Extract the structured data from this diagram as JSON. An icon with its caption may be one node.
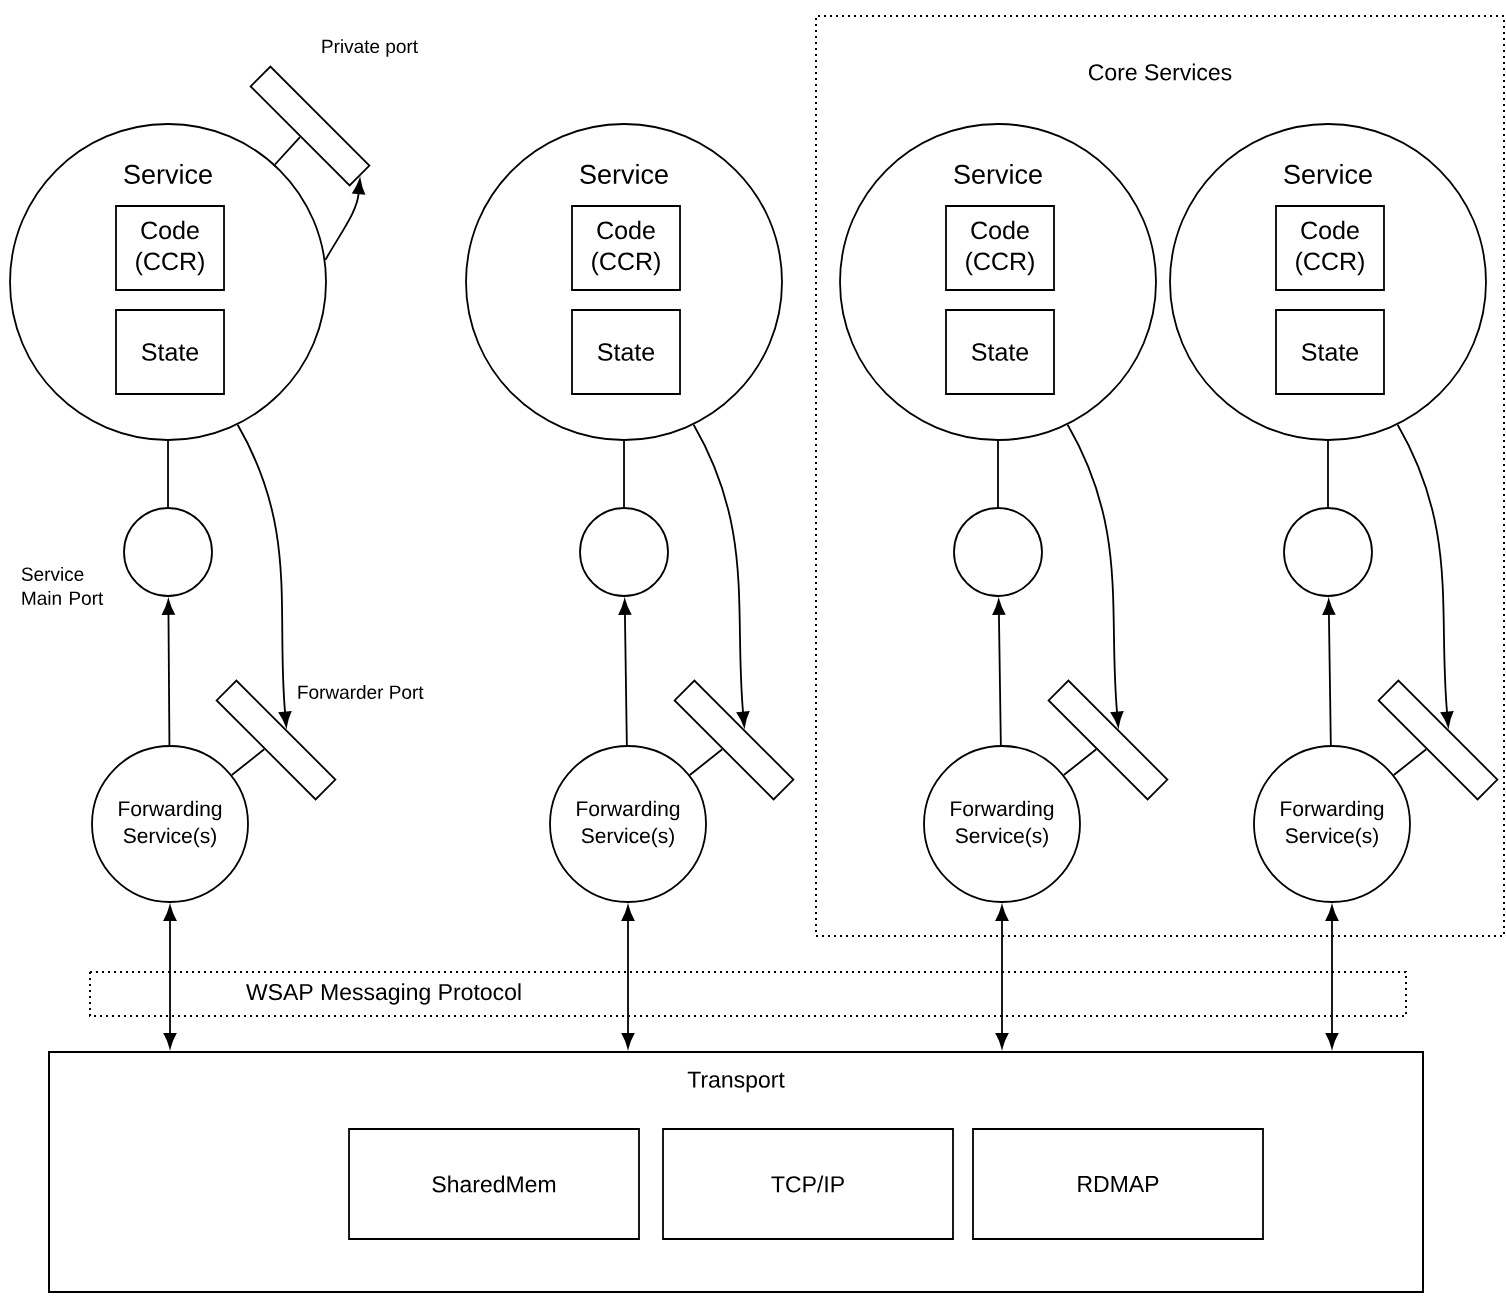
{
  "diagram": {
    "nodes": [
      {
        "text": [
          "Core Services"
        ]
      },
      {
        "text": [
          "Service"
        ]
      },
      {
        "text": [
          "Code (CCR)"
        ],
        "in": 1
      },
      {
        "text": [
          "State"
        ],
        "in": 1
      },
      {
        "text": [],
        "shape": "bar",
        "beside": [
          "Private port"
        ]
      },
      {
        "text": [],
        "shape": "circle",
        "beside": [
          "Service Main Port"
        ]
      },
      {
        "text": [],
        "shape": "bar",
        "beside": [
          "Forwarder Port"
        ]
      },
      {
        "text": [
          "Forwarding Service(s)"
        ]
      },
      {
        "text": [
          "Service"
        ]
      },
      {
        "text": [
          "Code (CCR)"
        ],
        "in": 8
      },
      {
        "text": [
          "State"
        ],
        "in": 8
      },
      {
        "text": [],
        "shape": "circle"
      },
      {
        "text": [],
        "shape": "bar"
      },
      {
        "text": [
          "Forwarding Service(s)"
        ]
      },
      {
        "text": [
          "Service"
        ],
        "in": 0
      },
      {
        "text": [
          "Code (CCR)"
        ],
        "in": 14
      },
      {
        "text": [
          "State"
        ],
        "in": 14
      },
      {
        "text": [],
        "shape": "circle",
        "in": 0
      },
      {
        "text": [],
        "shape": "bar",
        "in": 0
      },
      {
        "text": [
          "Forwarding Service(s)"
        ],
        "in": 0
      },
      {
        "text": [
          "Service"
        ],
        "in": 0
      },
      {
        "text": [
          "Code (CCR)"
        ],
        "in": 20
      },
      {
        "text": [
          "State"
        ],
        "in": 20
      },
      {
        "text": [],
        "shape": "circle",
        "in": 0
      },
      {
        "text": [],
        "shape": "bar",
        "in": 0
      },
      {
        "text": [
          "Forwarding Service(s)"
        ],
        "in": 0
      },
      {
        "text": [
          "Transport"
        ]
      },
      {
        "text": [
          "SharedMem"
        ],
        "in": 26
      },
      {
        "text": [
          "TCP/IP"
        ],
        "in": 26
      },
      {
        "text": [
          "RDMAP"
        ],
        "in": 26
      }
    ],
    "edges": [
      {
        "from": 1,
        "to": 4,
        "arrow": "none"
      },
      {
        "from": 1,
        "to": 4,
        "arrow": "to"
      },
      {
        "from": 1,
        "to": 5,
        "arrow": "none"
      },
      {
        "from": 7,
        "to": 5,
        "arrow": "to"
      },
      {
        "from": 1,
        "to": 6,
        "arrow": "to"
      },
      {
        "from": 7,
        "to": 6,
        "arrow": "none"
      },
      {
        "from": 7,
        "to": 26,
        "arrow": "both"
      },
      {
        "from": 8,
        "to": 11,
        "arrow": "none"
      },
      {
        "from": 13,
        "to": 11,
        "arrow": "to"
      },
      {
        "from": 8,
        "to": 12,
        "arrow": "to"
      },
      {
        "from": 13,
        "to": 12,
        "arrow": "none"
      },
      {
        "from": 13,
        "to": 26,
        "arrow": "both"
      },
      {
        "from": 14,
        "to": 17,
        "arrow": "none"
      },
      {
        "from": 19,
        "to": 17,
        "arrow": "to"
      },
      {
        "from": 14,
        "to": 18,
        "arrow": "to"
      },
      {
        "from": 19,
        "to": 18,
        "arrow": "none"
      },
      {
        "from": 19,
        "to": 26,
        "arrow": "both"
      },
      {
        "from": 20,
        "to": 23,
        "arrow": "none"
      },
      {
        "from": 25,
        "to": 23,
        "arrow": "to"
      },
      {
        "from": 20,
        "to": 24,
        "arrow": "to"
      },
      {
        "from": 25,
        "to": 24,
        "arrow": "none"
      },
      {
        "from": 25,
        "to": 26,
        "arrow": "both"
      }
    ],
    "labels": [
      "WSAP Messaging Protocol"
    ]
  }
}
